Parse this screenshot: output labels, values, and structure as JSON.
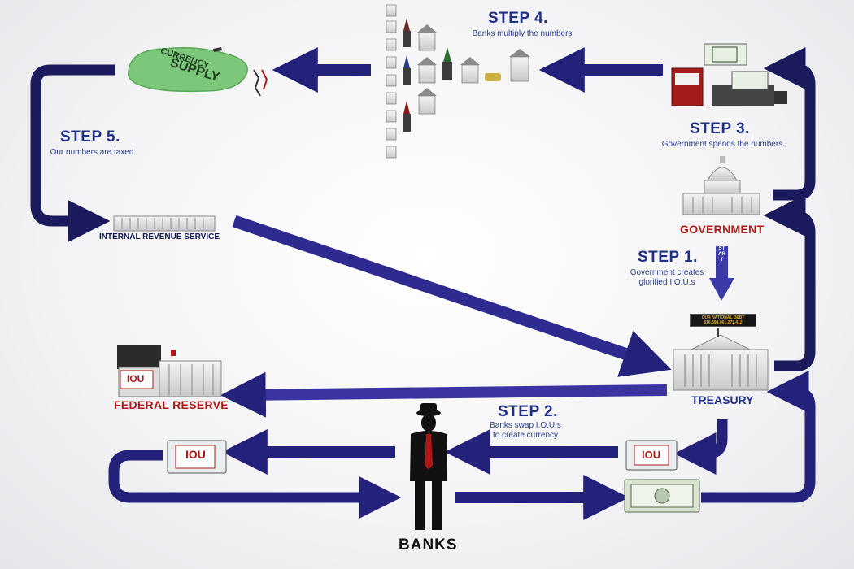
{
  "steps": {
    "step1": {
      "title": "STEP 1.",
      "desc_line1": "Government creates",
      "desc_line2": "glorified I.O.U.s"
    },
    "step2": {
      "title": "STEP 2.",
      "desc_line1": "Banks swap I.O.U.s",
      "desc_line2": "to create currency"
    },
    "step3": {
      "title": "STEP 3.",
      "desc": "Government spends the numbers"
    },
    "step4": {
      "title": "STEP 4.",
      "desc": "Banks multiply the numbers"
    },
    "step5": {
      "title": "STEP 5.",
      "desc": "Our numbers are taxed"
    }
  },
  "labels": {
    "government": "GOVERNMENT",
    "treasury": "TREASURY",
    "federal_reserve": "FEDERAL RESERVE",
    "irs": "INTERNAL REVENUE SERVICE",
    "banks": "BANKS",
    "start": "START",
    "iou": "IOU",
    "currency_supply_line1": "CURRENCY",
    "currency_supply_line2": "SUPPLY",
    "debt_sign_line1": "OUR NATIONAL DEBT",
    "debt_sign_line2": "$16,394,061,271,412"
  },
  "colors": {
    "arrow": "#24217a",
    "arrow_light": "#3a3aa8",
    "step_title": "#1f2f86",
    "government_red": "#b01818",
    "currency_green": "#7cc77a"
  }
}
